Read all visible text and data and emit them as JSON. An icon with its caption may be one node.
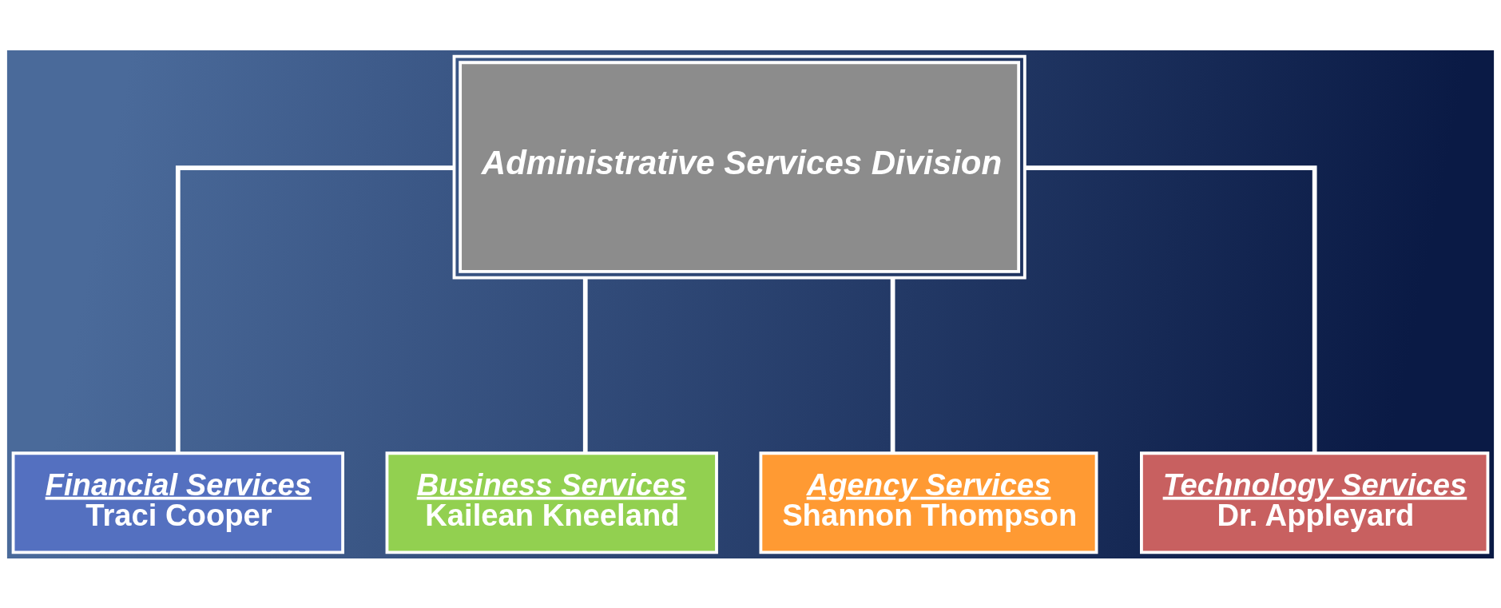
{
  "diagram": {
    "nodes": [
      {
        "text": [
          "Administrative Services Division"
        ]
      },
      {
        "text": [
          "Financial Services",
          "Traci Cooper"
        ]
      },
      {
        "text": [
          "Business Services",
          "Kailean Kneeland"
        ]
      },
      {
        "text": [
          "Agency Services",
          "Shannon Thompson"
        ]
      },
      {
        "text": [
          "Technology Services",
          "Dr. Appleyard"
        ]
      }
    ],
    "edges": [
      {
        "from": 0,
        "to": 1,
        "arrow": "none"
      },
      {
        "from": 0,
        "to": 2,
        "arrow": "none"
      },
      {
        "from": 0,
        "to": 3,
        "arrow": "none"
      },
      {
        "from": 0,
        "to": 4,
        "arrow": "none"
      }
    ]
  }
}
